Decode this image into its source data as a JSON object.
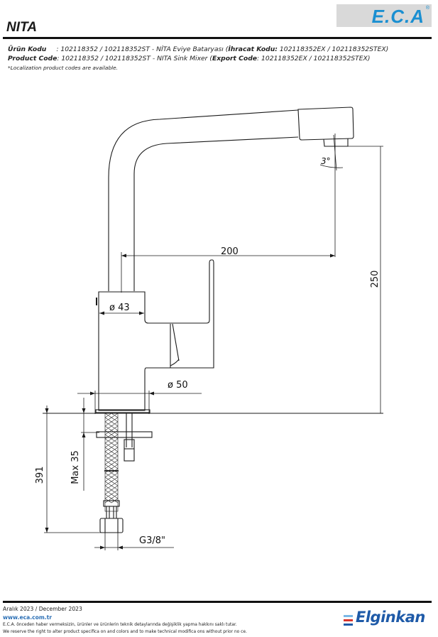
{
  "brand": {
    "logo_text": "E.C.A",
    "logo_mark": "®",
    "accent_color": "#1a8fd1"
  },
  "document": {
    "title": "NITA",
    "tr_label": "Ürün Kodu",
    "tr_value_prefix": ": 102118352 / 102118352ST - NİTA Eviye Bataryası (",
    "tr_export_label": "İhracat Kodu:",
    "tr_export_value": " 102118352EX / 102118352STEX)",
    "en_label": "Product Code",
    "en_value_prefix": ": 102118352 / 102118352ST - NITA Sink Mixer (",
    "en_export_label": "Export Code",
    "en_export_value": ": 102118352EX / 102118352STEX)",
    "note": "*Localization product codes are available."
  },
  "drawing": {
    "dimensions": {
      "reach": "200",
      "height": "250",
      "angle": "3°",
      "body_diameter": "ø 43",
      "base_diameter": "ø 50",
      "total_length": "391",
      "max_thickness": "Max 35",
      "connection": "G3/8\""
    }
  },
  "footer": {
    "date": "Aralık 2023 / December 2023",
    "website": "www.eca.com.tr",
    "disclaimer_tr": "E.C.A. önceden haber vermeksizin, ürünler ve ürünlerin teknik detaylarında değişiklik yapma hakkını saklı tutar.",
    "disclaimer_en": "We reserve the right to alter product specifica  on and colors and to make technical modifica  ons without prior no  ce."
  },
  "partner": {
    "name": "Elginkan",
    "bar_colors": [
      "#7ab8e6",
      "#d9342b",
      "#1e5aa8"
    ],
    "text_color": "#1e5aa8"
  }
}
